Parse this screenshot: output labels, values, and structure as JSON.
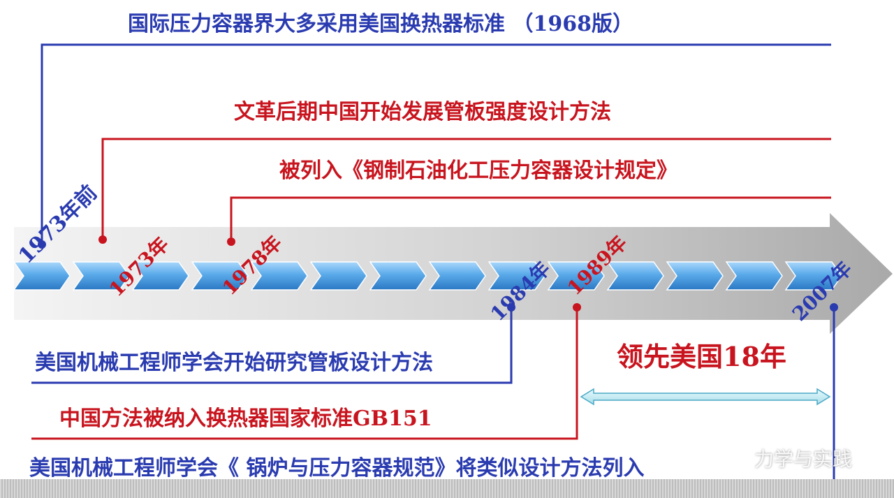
{
  "years": {
    "before_1973": "1973年前",
    "y1973": "1973年",
    "y1978": "1978年",
    "y1984": "1984年",
    "y1989": "1989年",
    "y2007": "2007年"
  },
  "events": {
    "intl_standard": "国际压力容器界大多采用美国换热器标准 （1968版）",
    "china_start": "文革后期中国开始发展管板强度设计方法",
    "listed_regulation": "被列入《钢制石油化工压力容器设计规定》",
    "asme_research": "美国机械工程师学会开始研究管板设计方法",
    "gb151": "中国方法被纳入换热器国家标准GB151",
    "asme_code": "美国机械工程师学会《 锅炉与压力容器规范》将类似设计方法列入"
  },
  "lead": "领先美国18年",
  "watermark": "力学与实践",
  "colors": {
    "blue": "#2a3bb0",
    "red": "#c8141e",
    "chevron": "#4f9fdf",
    "double_arrow": "#bfe9f2"
  }
}
